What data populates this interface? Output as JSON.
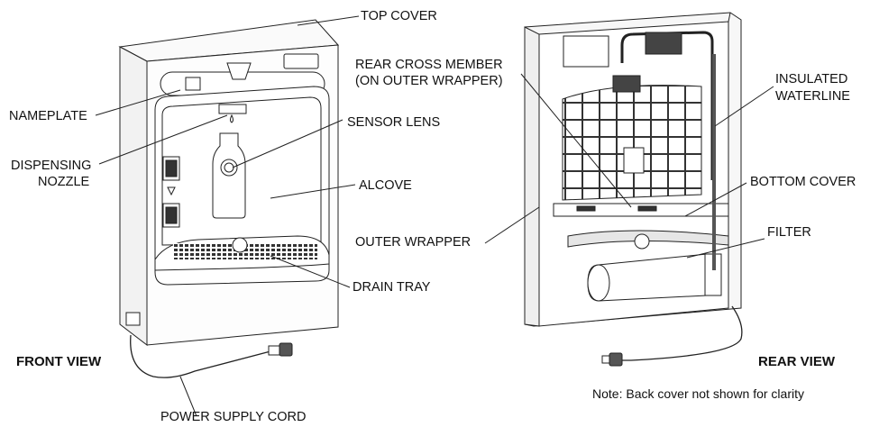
{
  "front_view": {
    "caption": "FRONT VIEW",
    "labels": {
      "top_cover": "TOP COVER",
      "nameplate": "NAMEPLATE",
      "sensor_lens": "SENSOR LENS",
      "dispensing_nozzle": [
        "DISPENSING",
        "NOZZLE"
      ],
      "alcove": "ALCOVE",
      "drain_tray": "DRAIN TRAY",
      "power_supply_cord": "POWER SUPPLY CORD"
    }
  },
  "rear_view": {
    "caption": "REAR VIEW",
    "labels": {
      "rear_cross_member": [
        "REAR CROSS MEMBER",
        "(ON OUTER WRAPPER)"
      ],
      "insulated_waterline": [
        "INSULATED",
        "WATERLINE"
      ],
      "bottom_cover": "BOTTOM COVER",
      "filter": "FILTER",
      "outer_wrapper": "OUTER WRAPPER"
    },
    "note": "Note: Back cover not shown for clarity"
  },
  "colors": {
    "line": "#222222",
    "light_fill": "#f4f4f4",
    "mid_fill": "#d9d9d9",
    "dark_fill": "#555555"
  }
}
